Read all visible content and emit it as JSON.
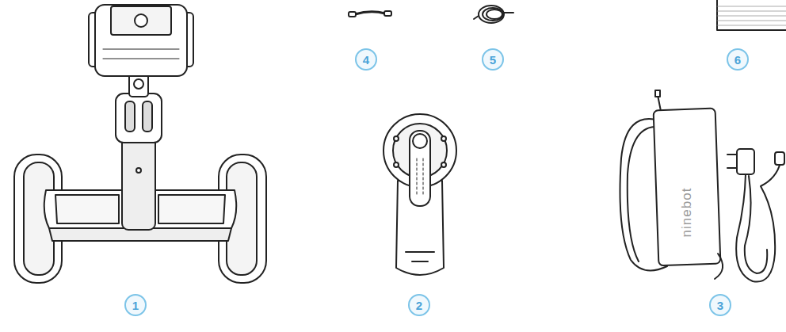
{
  "diagram": {
    "labels": [
      "4",
      "5",
      "6",
      "ninebot",
      "1",
      "2",
      "3"
    ]
  }
}
